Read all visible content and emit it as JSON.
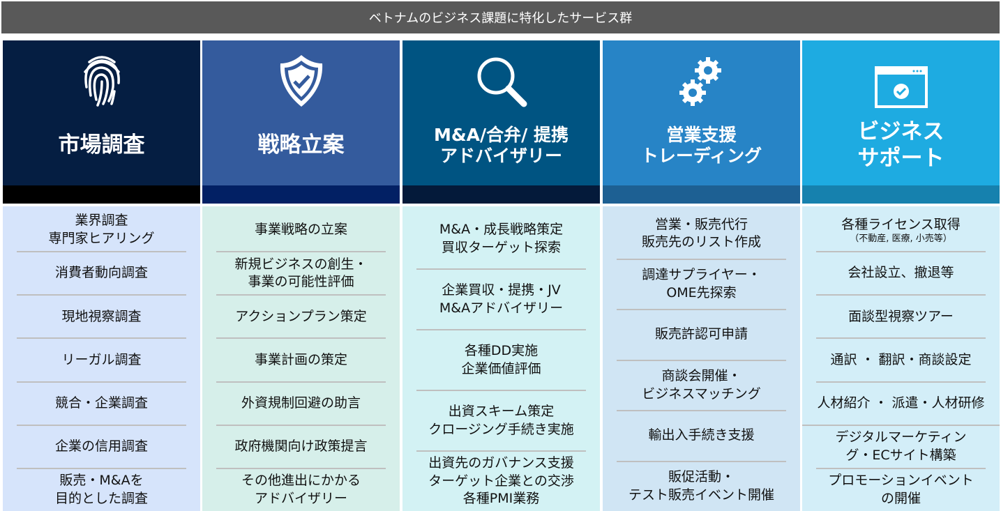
{
  "title": "ベトナムのビジネス課題に特化したサービス群",
  "columns": [
    {
      "title": [
        "市場調査"
      ],
      "icon": "fingerprint-icon",
      "colors": {
        "head": "#051E42",
        "band": "#000000",
        "body": "#D6E4FB"
      },
      "items": [
        [
          "業界調査",
          "専門家ヒアリング"
        ],
        [
          "消費者動向調査"
        ],
        [
          "現地視察調査"
        ],
        [
          "リーガル調査"
        ],
        [
          "競合・企業調査"
        ],
        [
          "企業の信用調査"
        ],
        [
          "販売・M&Aを",
          "目的とした調査"
        ]
      ]
    },
    {
      "title": [
        "戦略立案"
      ],
      "icon": "shield-check-icon",
      "colors": {
        "head": "#345B9D",
        "band": "#022064",
        "body": "#D6EFEA"
      },
      "items": [
        [
          "事業戦略の立案"
        ],
        [
          "新規ビジネスの創生・",
          "事業の可能性評価"
        ],
        [
          "アクションプラン策定"
        ],
        [
          "事業計画の策定"
        ],
        [
          "外資規制回避の助言"
        ],
        [
          "政府機関向け政策提言"
        ],
        [
          "その他進出にかかる",
          "アドバイザリー"
        ]
      ]
    },
    {
      "title": [
        "M&A/合弁/ 提携",
        "アドバイザリー"
      ],
      "icon": "magnifier-icon",
      "colors": {
        "head": "#005482",
        "band": "#041A3A",
        "body": "#D3F2F4"
      },
      "items": [
        [
          "M&A・成長戦略策定",
          "買収ターゲット探索"
        ],
        [
          "企業買収・提携・JV",
          "M&Aアドバイザリー"
        ],
        [
          "各種DD実施",
          "企業価値評価"
        ],
        [
          "出資スキーム策定",
          "クロージング手続き実施"
        ],
        [
          "出資先のガバナンス支援",
          "ターゲット企業との交渉",
          "各種PMI業務"
        ]
      ]
    },
    {
      "title": [
        "営業支援",
        "トレーディング"
      ],
      "icon": "gears-icon",
      "colors": {
        "head": "#2784C6",
        "band": "#1D6093",
        "body": "#D0E5F4"
      },
      "items": [
        [
          "営業・販売代行",
          "販売先のリスト作成"
        ],
        [
          "調達サプライヤー・",
          "OME先探索"
        ],
        [
          "販売許認可申請"
        ],
        [
          "商談会開催・",
          "ビジネスマッチング"
        ],
        [
          "輸出入手続き支援"
        ],
        [
          "販促活動・",
          "テスト販売イベント開催"
        ]
      ]
    },
    {
      "title": [
        "ビジネス",
        "サポート"
      ],
      "icon": "browser-check-icon",
      "colors": {
        "head": "#1EABE1",
        "band": "#1681AE",
        "body": "#D3EEF8"
      },
      "items": [
        [
          "各種ライセンス取得"
        ],
        [
          "会社設立、撤退等"
        ],
        [
          "面談型視察ツアー"
        ],
        [
          "通訳 ・ 翻訳・商談設定"
        ],
        [
          "人材紹介 ・ 派遣・人材研修"
        ],
        [
          "デジタルマーケティン",
          "グ・ECサイト構築"
        ],
        [
          "プロモーションイベント",
          "の開催"
        ]
      ],
      "license_note": "（不動産, 医療, 小売等）"
    }
  ]
}
